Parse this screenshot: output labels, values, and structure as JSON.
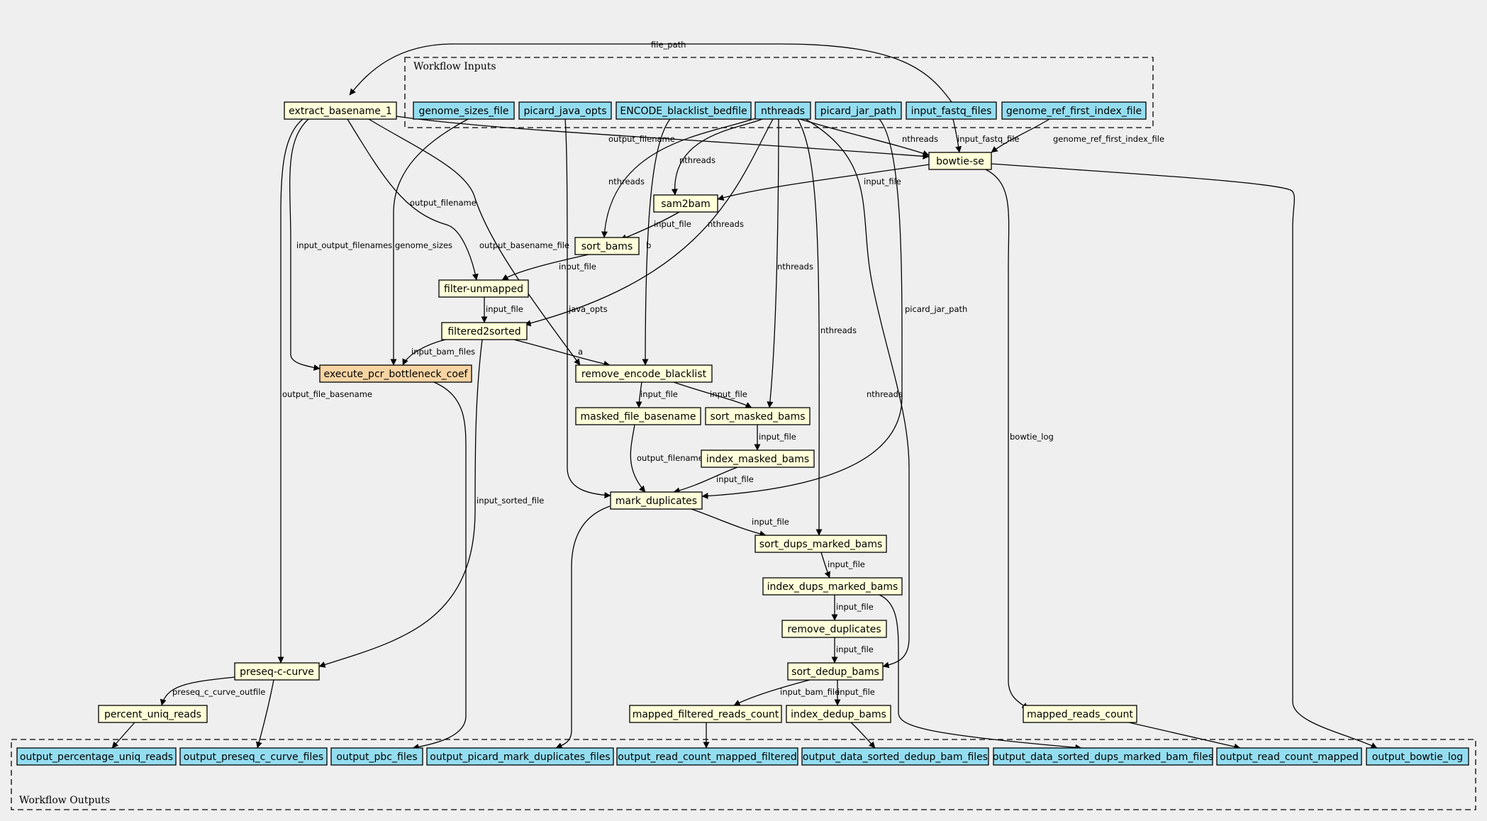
{
  "clusters": {
    "inputs": "Workflow Inputs",
    "outputs": "Workflow Outputs"
  },
  "colors": {
    "input": "#94ddf0",
    "output": "#94ddf0",
    "step": "#ffffd9",
    "special": "#f8d4a3"
  },
  "nodes": [
    {
      "id": "genome_sizes_file",
      "label": "genome_sizes_file",
      "kind": "input"
    },
    {
      "id": "picard_java_opts",
      "label": "picard_java_opts",
      "kind": "input"
    },
    {
      "id": "ENCODE_blacklist_bedfile",
      "label": "ENCODE_blacklist_bedfile",
      "kind": "input"
    },
    {
      "id": "nthreads",
      "label": "nthreads",
      "kind": "input"
    },
    {
      "id": "picard_jar_path",
      "label": "picard_jar_path",
      "kind": "input"
    },
    {
      "id": "input_fastq_files",
      "label": "input_fastq_files",
      "kind": "input"
    },
    {
      "id": "genome_ref_first_index_file",
      "label": "genome_ref_first_index_file",
      "kind": "input"
    },
    {
      "id": "extract_basename_1",
      "label": "extract_basename_1",
      "kind": "step"
    },
    {
      "id": "bowtie-se",
      "label": "bowtie-se",
      "kind": "step"
    },
    {
      "id": "sam2bam",
      "label": "sam2bam",
      "kind": "step"
    },
    {
      "id": "sort_bams",
      "label": "sort_bams",
      "kind": "step"
    },
    {
      "id": "filter-unmapped",
      "label": "filter-unmapped",
      "kind": "step"
    },
    {
      "id": "filtered2sorted",
      "label": "filtered2sorted",
      "kind": "step"
    },
    {
      "id": "execute_pcr_bottleneck_coef",
      "label": "execute_pcr_bottleneck_coef",
      "kind": "special"
    },
    {
      "id": "remove_encode_blacklist",
      "label": "remove_encode_blacklist",
      "kind": "step"
    },
    {
      "id": "masked_file_basename",
      "label": "masked_file_basename",
      "kind": "step"
    },
    {
      "id": "sort_masked_bams",
      "label": "sort_masked_bams",
      "kind": "step"
    },
    {
      "id": "index_masked_bams",
      "label": "index_masked_bams",
      "kind": "step"
    },
    {
      "id": "mark_duplicates",
      "label": "mark_duplicates",
      "kind": "step"
    },
    {
      "id": "sort_dups_marked_bams",
      "label": "sort_dups_marked_bams",
      "kind": "step"
    },
    {
      "id": "index_dups_marked_bams",
      "label": "index_dups_marked_bams",
      "kind": "step"
    },
    {
      "id": "remove_duplicates",
      "label": "remove_duplicates",
      "kind": "step"
    },
    {
      "id": "sort_dedup_bams",
      "label": "sort_dedup_bams",
      "kind": "step"
    },
    {
      "id": "preseq-c-curve",
      "label": "preseq-c-curve",
      "kind": "step"
    },
    {
      "id": "percent_uniq_reads",
      "label": "percent_uniq_reads",
      "kind": "step"
    },
    {
      "id": "mapped_filtered_reads_count",
      "label": "mapped_filtered_reads_count",
      "kind": "step"
    },
    {
      "id": "index_dedup_bams",
      "label": "index_dedup_bams",
      "kind": "step"
    },
    {
      "id": "mapped_reads_count",
      "label": "mapped_reads_count",
      "kind": "step"
    },
    {
      "id": "output_percentage_uniq_reads",
      "label": "output_percentage_uniq_reads",
      "kind": "output"
    },
    {
      "id": "output_preseq_c_curve_files",
      "label": "output_preseq_c_curve_files",
      "kind": "output"
    },
    {
      "id": "output_pbc_files",
      "label": "output_pbc_files",
      "kind": "output"
    },
    {
      "id": "output_picard_mark_duplicates_files",
      "label": "output_picard_mark_duplicates_files",
      "kind": "output"
    },
    {
      "id": "output_read_count_mapped_filtered",
      "label": "output_read_count_mapped_filtered",
      "kind": "output"
    },
    {
      "id": "output_data_sorted_dedup_bam_files",
      "label": "output_data_sorted_dedup_bam_files",
      "kind": "output"
    },
    {
      "id": "output_data_sorted_dups_marked_bam_files",
      "label": "output_data_sorted_dups_marked_bam_files",
      "kind": "output"
    },
    {
      "id": "output_read_count_mapped",
      "label": "output_read_count_mapped",
      "kind": "output"
    },
    {
      "id": "output_bowtie_log",
      "label": "output_bowtie_log",
      "kind": "output"
    }
  ],
  "edges": [
    {
      "from": "input_fastq_files",
      "to": "extract_basename_1",
      "label": "file_path"
    },
    {
      "from": "input_fastq_files",
      "to": "bowtie-se",
      "label": "input_fastq_file"
    },
    {
      "from": "genome_ref_first_index_file",
      "to": "bowtie-se",
      "label": "genome_ref_first_index_file"
    },
    {
      "from": "nthreads",
      "to": "bowtie-se",
      "label": "nthreads"
    },
    {
      "from": "extract_basename_1",
      "to": "bowtie-se",
      "label": "output_filename"
    },
    {
      "from": "nthreads",
      "to": "sam2bam",
      "label": "nthreads"
    },
    {
      "from": "bowtie-se",
      "to": "sam2bam",
      "label": "input_file"
    },
    {
      "from": "nthreads",
      "to": "sort_bams",
      "label": "nthreads"
    },
    {
      "from": "sam2bam",
      "to": "sort_bams",
      "label": "input_file"
    },
    {
      "from": "extract_basename_1",
      "to": "filter-unmapped",
      "label": "output_filename"
    },
    {
      "from": "sort_bams",
      "to": "filter-unmapped",
      "label": "input_file"
    },
    {
      "from": "nthreads",
      "to": "filtered2sorted",
      "label": "nthreads"
    },
    {
      "from": "filter-unmapped",
      "to": "filtered2sorted",
      "label": "input_file"
    },
    {
      "from": "extract_basename_1",
      "to": "execute_pcr_bottleneck_coef",
      "label": "input_output_filenames"
    },
    {
      "from": "genome_sizes_file",
      "to": "execute_pcr_bottleneck_coef",
      "label": "genome_sizes"
    },
    {
      "from": "filtered2sorted",
      "to": "execute_pcr_bottleneck_coef",
      "label": "input_bam_files"
    },
    {
      "from": "extract_basename_1",
      "to": "remove_encode_blacklist",
      "label": "output_basename_file"
    },
    {
      "from": "ENCODE_blacklist_bedfile",
      "to": "remove_encode_blacklist",
      "label": "b"
    },
    {
      "from": "filtered2sorted",
      "to": "remove_encode_blacklist",
      "label": "a"
    },
    {
      "from": "remove_encode_blacklist",
      "to": "masked_file_basename",
      "label": "input_file"
    },
    {
      "from": "remove_encode_blacklist",
      "to": "sort_masked_bams",
      "label": "input_file"
    },
    {
      "from": "nthreads",
      "to": "sort_masked_bams",
      "label": "nthreads"
    },
    {
      "from": "sort_masked_bams",
      "to": "index_masked_bams",
      "label": "input_file"
    },
    {
      "from": "picard_java_opts",
      "to": "mark_duplicates",
      "label": "java_opts"
    },
    {
      "from": "masked_file_basename",
      "to": "mark_duplicates",
      "label": "output_filename"
    },
    {
      "from": "index_masked_bams",
      "to": "mark_duplicates",
      "label": "input_file"
    },
    {
      "from": "picard_jar_path",
      "to": "mark_duplicates",
      "label": "picard_jar_path"
    },
    {
      "from": "nthreads",
      "to": "sort_dups_marked_bams",
      "label": "nthreads"
    },
    {
      "from": "mark_duplicates",
      "to": "sort_dups_marked_bams",
      "label": "input_file"
    },
    {
      "from": "sort_dups_marked_bams",
      "to": "index_dups_marked_bams",
      "label": "input_file"
    },
    {
      "from": "index_dups_marked_bams",
      "to": "remove_duplicates",
      "label": "input_file"
    },
    {
      "from": "remove_duplicates",
      "to": "sort_dedup_bams",
      "label": "input_file"
    },
    {
      "from": "nthreads",
      "to": "sort_dedup_bams",
      "label": "nthreads"
    },
    {
      "from": "sort_dedup_bams",
      "to": "mapped_filtered_reads_count",
      "label": "input_bam_file"
    },
    {
      "from": "sort_dedup_bams",
      "to": "index_dedup_bams",
      "label": "input_file"
    },
    {
      "from": "extract_basename_1",
      "to": "preseq-c-curve",
      "label": "output_file_basename"
    },
    {
      "from": "filtered2sorted",
      "to": "preseq-c-curve",
      "label": "input_sorted_file"
    },
    {
      "from": "preseq-c-curve",
      "to": "percent_uniq_reads",
      "label": "preseq_c_curve_outfile"
    },
    {
      "from": "bowtie-se",
      "to": "mapped_reads_count",
      "label": "bowtie_log"
    },
    {
      "from": "percent_uniq_reads",
      "to": "output_percentage_uniq_reads",
      "label": ""
    },
    {
      "from": "preseq-c-curve",
      "to": "output_preseq_c_curve_files",
      "label": ""
    },
    {
      "from": "execute_pcr_bottleneck_coef",
      "to": "output_pbc_files",
      "label": ""
    },
    {
      "from": "mark_duplicates",
      "to": "output_picard_mark_duplicates_files",
      "label": ""
    },
    {
      "from": "mapped_filtered_reads_count",
      "to": "output_read_count_mapped_filtered",
      "label": ""
    },
    {
      "from": "index_dedup_bams",
      "to": "output_data_sorted_dedup_bam_files",
      "label": ""
    },
    {
      "from": "index_dups_marked_bams",
      "to": "output_data_sorted_dups_marked_bam_files",
      "label": ""
    },
    {
      "from": "mapped_reads_count",
      "to": "output_read_count_mapped",
      "label": ""
    },
    {
      "from": "bowtie-se",
      "to": "output_bowtie_log",
      "label": ""
    }
  ]
}
